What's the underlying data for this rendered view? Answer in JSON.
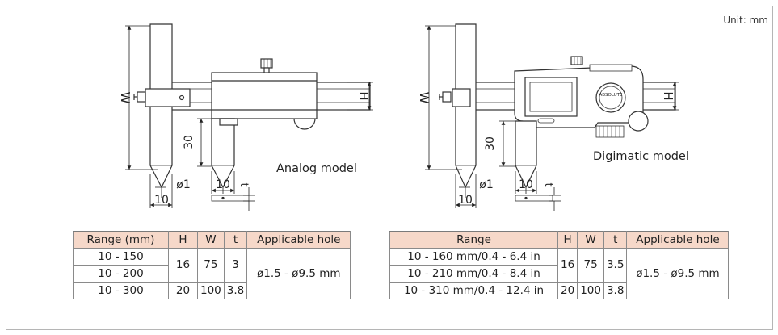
{
  "unit_label": "Unit: mm",
  "analog": {
    "label": "Analog model",
    "dim_w": "W",
    "dim_h": "H",
    "dim_30": "30",
    "dim_phi": "ø1",
    "dim_10a": "10",
    "dim_10b": "10",
    "dim_t": "t"
  },
  "digimatic": {
    "label": "Digimatic model",
    "dim_w": "W",
    "dim_h": "H",
    "dim_30": "30",
    "dim_phi": "ø1",
    "dim_10a": "10",
    "dim_10b": "10",
    "dim_t": "t",
    "logo_text": "ABSOLUTE"
  },
  "table_analog": {
    "headers": [
      "Range (mm)",
      "H",
      "W",
      "t",
      "Applicable hole"
    ],
    "rows": [
      [
        "10 - 150",
        "16",
        "75",
        "3",
        "ø1.5 - ø9.5 mm"
      ],
      [
        "10 - 200"
      ],
      [
        "10 - 300",
        "20",
        "100",
        "3.8"
      ]
    ]
  },
  "table_digimatic": {
    "headers": [
      "Range",
      "H",
      "W",
      "t",
      "Applicable hole"
    ],
    "rows": [
      [
        "10 - 160 mm/0.4 - 6.4 in",
        "16",
        "75",
        "3.5",
        "ø1.5 - ø9.5 mm"
      ],
      [
        "10 - 210 mm/0.4 - 8.4 in"
      ],
      [
        "10 - 310 mm/0.4 - 12.4 in",
        "20",
        "100",
        "3.8"
      ]
    ]
  },
  "colors": {
    "header_bg": "#f6d8c9",
    "line": "#333333",
    "frame": "#b5b5b5"
  }
}
